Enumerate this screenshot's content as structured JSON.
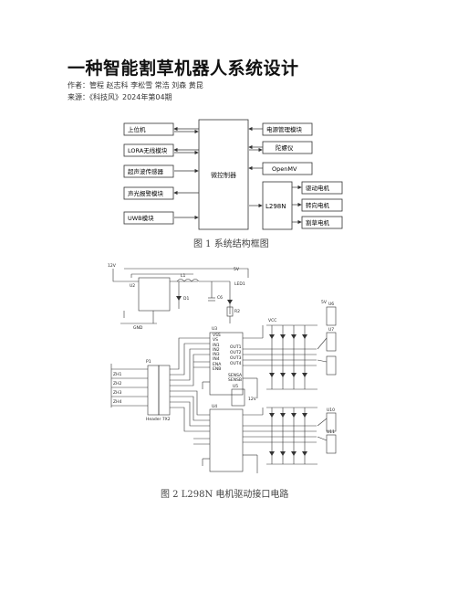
{
  "article": {
    "title": "一种智能割草机器人系统设计",
    "authors_label": "作者：",
    "authors": "管程 赵志科 李松雪 常浩 刘森 黄昆",
    "source_label": "来源：",
    "source": "《科技风》2024年第04期"
  },
  "figure1": {
    "caption": "图 1  系统结构框图",
    "center_block": "微控制器",
    "left_blocks": [
      "上位机",
      "LORA无线模块",
      "超声波传感器",
      "声光报警模块",
      "UWB模块"
    ],
    "right_blocks": [
      "电源管理模块",
      "陀螺仪",
      "OpenMV"
    ],
    "driver_block": "L298N",
    "motor_blocks": [
      "驱动电机",
      "转向电机",
      "割草电机"
    ]
  },
  "figure2": {
    "caption": "图 2  L298N 电机驱动接口电路",
    "labels": {
      "v12": "12V",
      "u2": "U2",
      "l1": "L1",
      "d1": "D1",
      "c6": "C6",
      "v5": "5V",
      "led1": "LED1",
      "r2": "R2",
      "gnd": "GND",
      "u3": "U3",
      "u4": "U4",
      "p1": "P1",
      "header": "Header 7X2",
      "vcc": "VCC",
      "vs": "VS",
      "vss": "VSS",
      "in1": "IN1",
      "in2": "IN2",
      "in3": "IN3",
      "in4": "IN4",
      "ena": "ENA",
      "enb": "ENB",
      "out1": "OUT1",
      "out2": "OUT2",
      "out3": "OUT3",
      "out4": "OUT4",
      "sensa": "SENSA",
      "sensb": "SENSB",
      "zh1": "ZH1",
      "zh2": "ZH2",
      "zh3": "ZH3",
      "zh4": "ZH4",
      "u5": "U5",
      "u6": "U6",
      "u7": "U7",
      "u10": "U10",
      "u11": "U11",
      "v5b": "5V",
      "v12b": "12V"
    }
  }
}
